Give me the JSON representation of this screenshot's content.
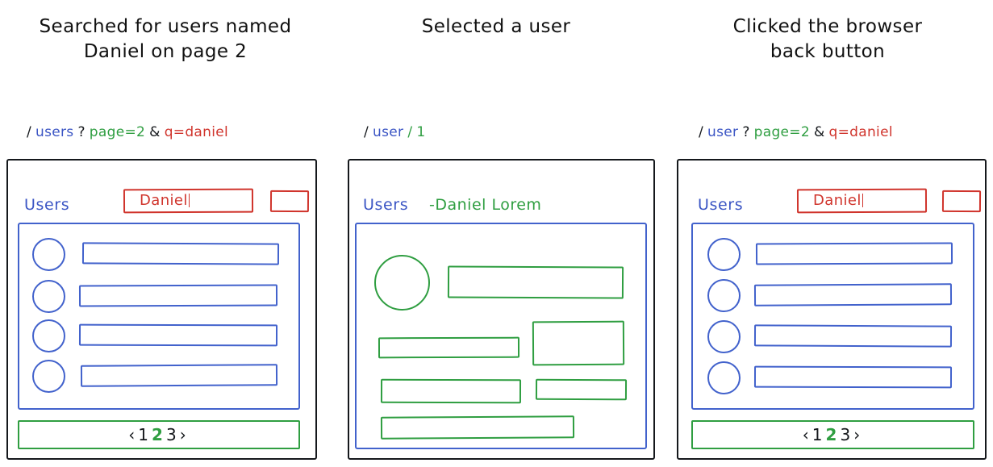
{
  "panels": [
    {
      "caption_line1": "Searched for users named",
      "caption_line2": "Daniel on page 2",
      "url": {
        "slash1": "/",
        "path": "users",
        "question": "?",
        "query1": "page=2",
        "amp": "&",
        "query2": "q=daniel"
      },
      "list_title": "Users",
      "search_value": "Daniel",
      "search_button_label": "",
      "pagination": {
        "prev": "‹",
        "pages": [
          "1",
          "2",
          "3"
        ],
        "current": "2",
        "next": "›"
      },
      "rows": [
        {
          "avatar": "user-avatar",
          "label": ""
        },
        {
          "avatar": "user-avatar",
          "label": ""
        },
        {
          "avatar": "user-avatar",
          "label": ""
        },
        {
          "avatar": "user-avatar",
          "label": ""
        }
      ]
    },
    {
      "caption_line1": "Selected a user",
      "caption_line2": "",
      "url": {
        "slash1": "/",
        "path": "user",
        "slash2": "/",
        "id": "1"
      },
      "list_title": "Users",
      "detail_name": "-Daniel Lorem"
    },
    {
      "caption_line1": "Clicked the browser",
      "caption_line2": "back button",
      "url": {
        "slash1": "/",
        "path": "user",
        "question": "?",
        "query1": "page=2",
        "amp": "&",
        "query2": "q=daniel"
      },
      "list_title": "Users",
      "search_value": "Daniel",
      "search_button_label": "",
      "pagination": {
        "prev": "‹",
        "pages": [
          "1",
          "2",
          "3"
        ],
        "current": "2",
        "next": "›"
      },
      "rows": [
        {
          "avatar": "user-avatar",
          "label": ""
        },
        {
          "avatar": "user-avatar",
          "label": ""
        },
        {
          "avatar": "user-avatar",
          "label": ""
        },
        {
          "avatar": "user-avatar",
          "label": ""
        }
      ]
    }
  ],
  "pager_text": "‹ 1 2 3 ›",
  "colors": {
    "ink": "#15181c",
    "blue": "#3b55c4",
    "blue_shape": "#4262cc",
    "green": "#2f9e41",
    "red": "#d0342c",
    "background": "#ffffff"
  }
}
